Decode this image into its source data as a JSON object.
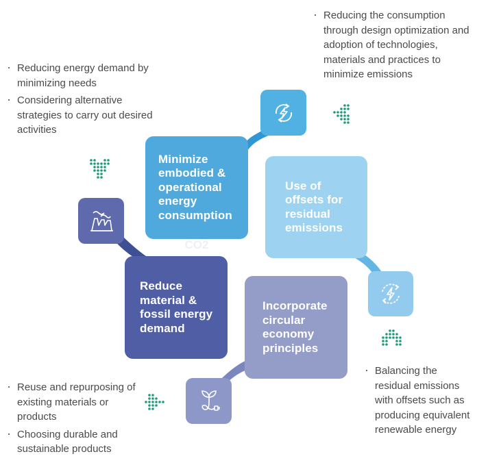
{
  "cards": {
    "minimize": "Minimize embodied & operational energy consumption",
    "offsets": "Use of offsets for residual emissions",
    "reduce": "Reduce material & fossil energy demand",
    "circular": "Incorporate circular economy principles"
  },
  "notes": {
    "top_left": [
      "Reducing energy demand by minimizing  needs",
      "Considering alternative strategies to carry out desired activities"
    ],
    "top_right": [
      "Reducing the consumption through design optimization and adoption of technologies, materials and practices to minimize emissions"
    ],
    "bottom_left": [
      "Reuse and repurposing of existing materials or products",
      "Choosing durable and sustainable products"
    ],
    "bottom_right": [
      "Balancing the residual emissions with offsets such as producing equivalent renewable energy"
    ]
  },
  "center_mark": "CO2",
  "icons": {
    "minimize": "energy-cycle-bolt-icon",
    "offsets": "renewable-cycle-bolt-icon",
    "reduce": "factory-icon",
    "circular": "plant-plug-icon"
  },
  "colors": {
    "minimize_card": "#4fa9dd",
    "minimize_icon": "#52b1e3",
    "offsets_card": "#9dd2f1",
    "offsets_icon": "#93cbee",
    "reduce_card": "#505ea5",
    "reduce_icon": "#5e6aab",
    "circular_card": "#939dc8",
    "circular_icon": "#8e98c8",
    "dot_pattern": "#1f9b7c",
    "text": "#4a4a4a"
  }
}
